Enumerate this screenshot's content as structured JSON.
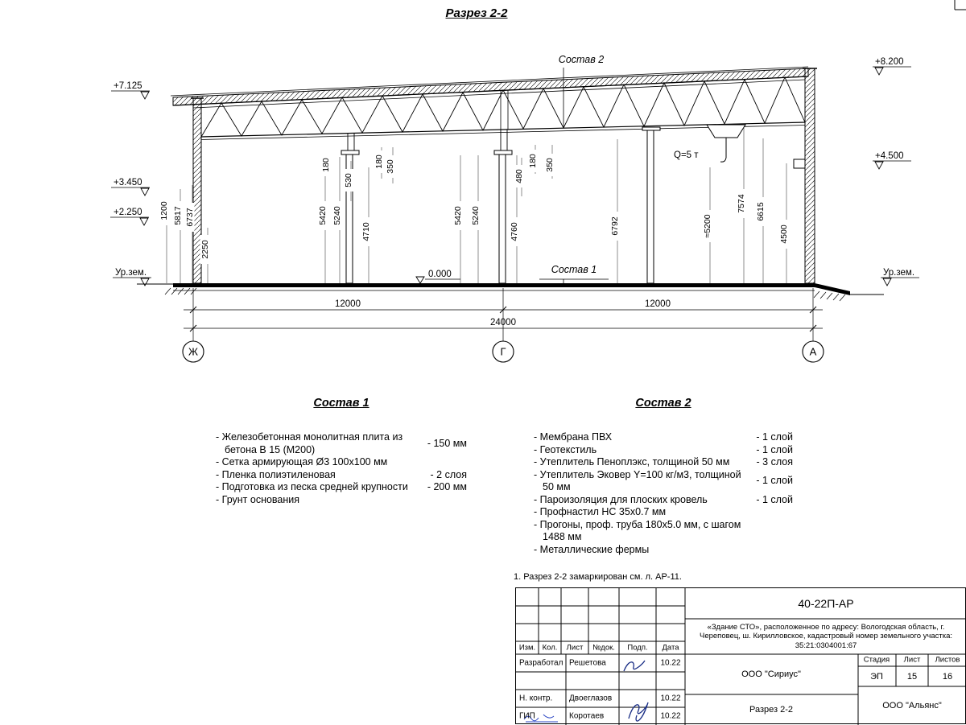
{
  "page": {
    "title": "Разрез 2-2"
  },
  "drawing": {
    "labels": {
      "sostav2_callout": "Состав 2",
      "sostav1_callout": "Состав 1",
      "zero_level": "0.000",
      "crane": "Q=5 т",
      "ground_left": "Ур.зем.",
      "ground_right": "Ур.зем."
    },
    "elevations": {
      "left_top": "+7.125",
      "left_mid": "+3.450",
      "left_low": "+2.250",
      "right_top": "+8.200",
      "right_mid": "+4.500"
    },
    "axes": [
      "Ж",
      "Г",
      "А"
    ],
    "dims": {
      "span_left": "12000",
      "span_right": "12000",
      "total": "24000"
    },
    "vdims": [
      "1200",
      "5817",
      "6737",
      "2250",
      "180",
      "530",
      "180",
      "350",
      "5420",
      "5240",
      "4710",
      "480",
      "180",
      "350",
      "5420",
      "5240",
      "4760",
      "6792",
      "≈5200",
      "7574",
      "6615",
      "4500"
    ]
  },
  "materials": {
    "sostav1": {
      "title": "Состав 1",
      "items": [
        {
          "name": "- Железобетонная монолитная плита из бетона В 15 (М200)",
          "value": "- 150 мм"
        },
        {
          "name": "- Сетка армирующая Ø3 100х100 мм",
          "value": ""
        },
        {
          "name": "- Пленка полиэтиленовая",
          "value": "- 2 слоя"
        },
        {
          "name": "- Подготовка из песка средней крупности",
          "value": "- 200 мм"
        },
        {
          "name": "- Грунт основания",
          "value": ""
        }
      ]
    },
    "sostav2": {
      "title": "Состав 2",
      "items": [
        {
          "name": "- Мембрана ПВХ",
          "value": "- 1 слой"
        },
        {
          "name": "- Геотекстиль",
          "value": "- 1 слой"
        },
        {
          "name": "- Утеплитель Пеноплэкс, толщиной 50 мм",
          "value": "- 3 слоя"
        },
        {
          "name": "- Утеплитель Эковер Y=100 кг/м3, толщиной 50 мм",
          "value": "- 1 слой"
        },
        {
          "name": "- Пароизоляция для плоских кровель",
          "value": "- 1 слой"
        },
        {
          "name": "- Профнастил НС 35х0.7 мм",
          "value": ""
        },
        {
          "name": "- Прогоны, проф. труба 180х5.0 мм, с шагом 1488 мм",
          "value": ""
        },
        {
          "name": "- Металлические фермы",
          "value": ""
        }
      ]
    }
  },
  "note": "1. Разрез 2-2 замаркирован см. л. АР-11.",
  "titleblock": {
    "doc_number": "40-22П-АР",
    "project_description": "«Здание СТО», расположенное по адресу: Вологодская область, г. Череповец, ш. Кирилловское, кадастровый номер земельного участка: 35:21:0304001:67",
    "columns": [
      "Изм.",
      "Кол.",
      "Лист",
      "№док.",
      "Подп.",
      "Дата"
    ],
    "rows": [
      {
        "role": "Разработал",
        "name": "Решетова",
        "date": "10.22"
      },
      {
        "role": "Н. контр.",
        "name": "Двоеглазов",
        "date": "10.22"
      },
      {
        "role": "ГИП",
        "name": "Коротаев",
        "date": "10.22"
      }
    ],
    "company": "ООО \"Сириус\"",
    "sheet_title": "Разрез 2-2",
    "stage_label": "Стадия",
    "sheet_label": "Лист",
    "sheets_label": "Листов",
    "stage": "ЭП",
    "sheet": "15",
    "sheets": "16",
    "contractor": "ООО \"Альянс\"",
    "colors": {
      "signature_blue": "#1b2f86",
      "stamp_blue": "#2b46c4"
    }
  }
}
